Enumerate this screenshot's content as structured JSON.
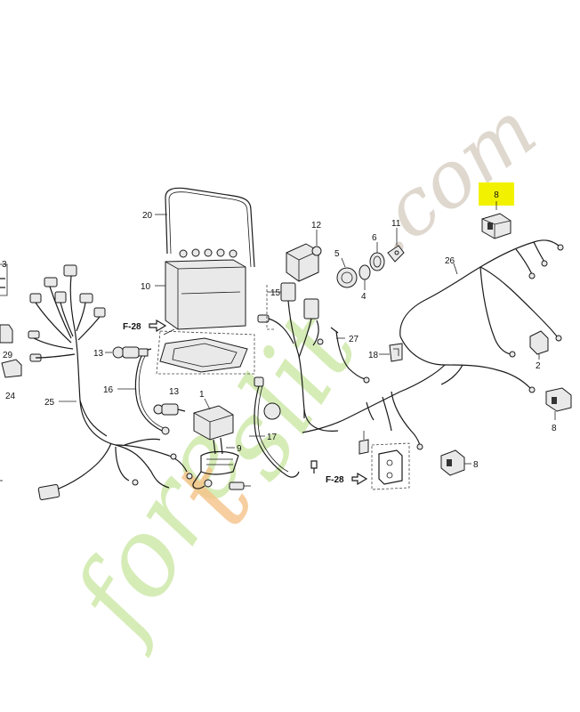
{
  "watermark": {
    "brand_start": "fore",
    "brand_middle": "t",
    "brand_end": "slit",
    "domain_suffix": ".com",
    "colors": {
      "green": "#c9e6a0",
      "orange": "#f6c389",
      "grey": "#d8cfc4"
    }
  },
  "highlight_color": "#f2f200",
  "highlighted_part": "8",
  "ref_labels": {
    "f28_top": "F-28",
    "f28_bottom": "F-28"
  },
  "part_labels": {
    "p1": "1",
    "p2": "2",
    "p3": "3",
    "p4": "4",
    "p5": "5",
    "p6": "6",
    "p8_highlight": "8",
    "p8_right": "8",
    "p8_bottom": "8",
    "p9": "9",
    "p10": "10",
    "p11": "11",
    "p12": "12",
    "p13_left": "13",
    "p13_bottom": "13",
    "p15": "15",
    "p16": "16",
    "p17": "17",
    "p18": "18",
    "p20": "20",
    "p24": "24",
    "p25": "25",
    "p26": "26",
    "p27": "27",
    "p29": "29"
  }
}
